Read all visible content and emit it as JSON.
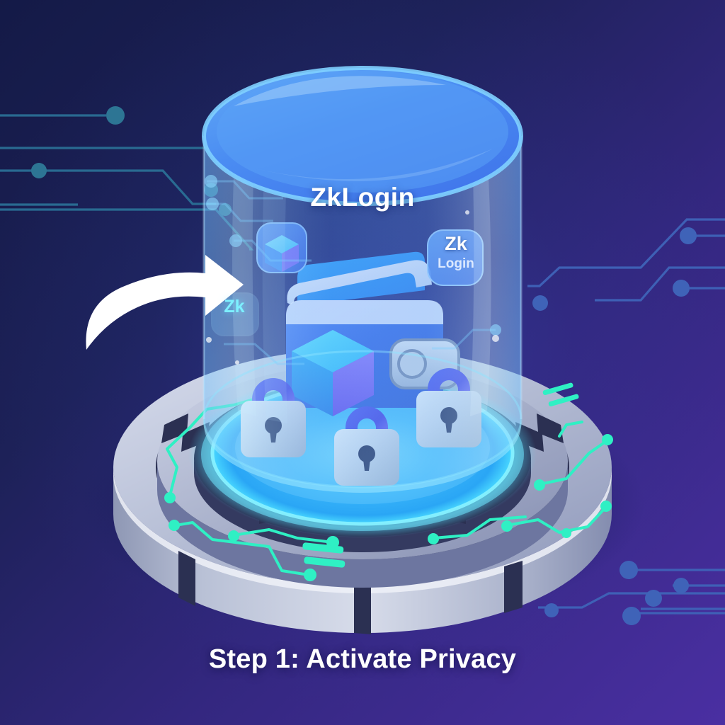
{
  "scene": {
    "title": "ZkLogin",
    "caption": "Step 1: Activate Privacy",
    "alt": "Isometric glowing glass cylinder over a circular tech platform containing a blue wallet and three padlocks"
  },
  "badges": [
    {
      "id": "cube-badge",
      "label": "",
      "icon": "cube-icon"
    },
    {
      "id": "zklogin-badge",
      "label": "Zk",
      "sublabel": "Login",
      "icon": "zk-login-badge-icon"
    },
    {
      "id": "zk-badge",
      "label": "Zk",
      "icon": "zk-badge-icon"
    }
  ],
  "objects": {
    "wallet": "wallet-icon",
    "wallet_emblem": "cube-icon",
    "locks": [
      "padlock-left",
      "padlock-center",
      "padlock-right"
    ],
    "arrow": "curved-arrow-right-icon"
  },
  "colors": {
    "bg_start": "#151a4a",
    "bg_end": "#4a2fa0",
    "cylinder_glass": "#4a7ff0",
    "cylinder_top": "#3f8ef0",
    "disc_glow": "#3ec8ff",
    "circuit_cyan": "#2ff0c4",
    "circuit_blue": "#2f6fa8",
    "platform_silver": "#c8cede",
    "platform_dark": "#2b3155",
    "lock_body": "#cfd6e8",
    "lock_shackle": "#4b4fe0",
    "keyhole": "#2a2f5e",
    "wallet_body": "#3f6fe8",
    "title_color": "#ffffff",
    "badge_zk_text": "#7df0ff",
    "accent_purple": "#7b5cf0"
  },
  "counts": {
    "padlocks": 3,
    "badges": 3,
    "platform_rings": 2
  }
}
